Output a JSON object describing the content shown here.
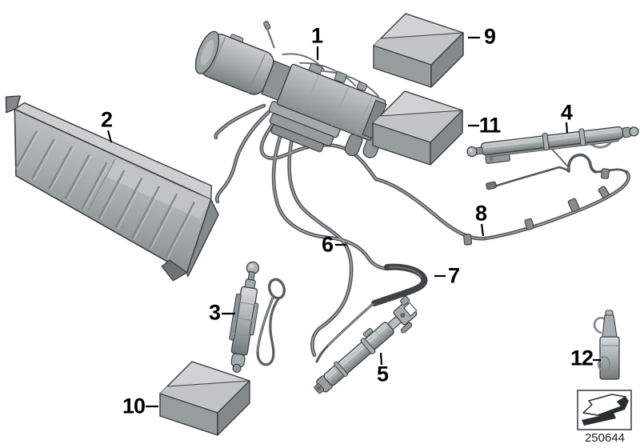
{
  "diagram": {
    "ref_number": "250644",
    "callouts": [
      {
        "number": "1"
      },
      {
        "number": "2"
      },
      {
        "number": "3"
      },
      {
        "number": "4"
      },
      {
        "number": "5"
      },
      {
        "number": "6"
      },
      {
        "number": "7"
      },
      {
        "number": "8"
      },
      {
        "number": "9"
      },
      {
        "number": "10"
      },
      {
        "number": "11"
      },
      {
        "number": "12"
      }
    ],
    "icons": {
      "ref_box": "arrow-down-left-3d-icon"
    },
    "colors": {
      "background": "#ffffff",
      "part_light": "#cdd0d2",
      "part_mid": "#a8adb0",
      "part_dark": "#84898c",
      "hose": "#54585b",
      "hose_highlight": "#a7acaf",
      "sleeve_dark": "#3f4346",
      "outline": "#3b3f42",
      "label": "#000000"
    }
  }
}
